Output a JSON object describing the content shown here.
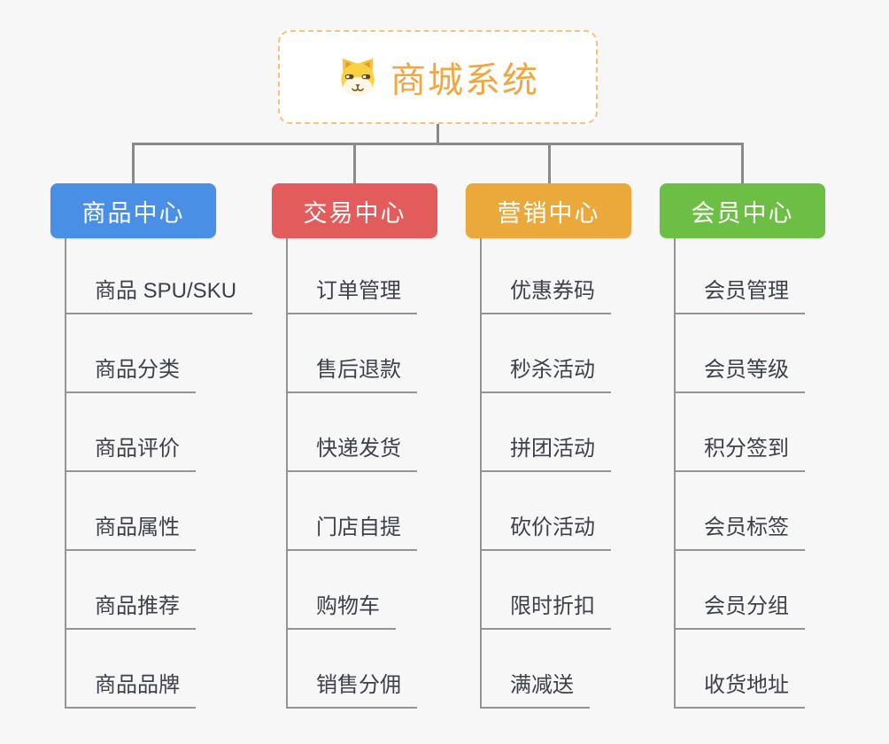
{
  "root": {
    "title": "商城系统",
    "icon": "dog-face",
    "text_color": "#f2a640",
    "border_color": "#f5c37e"
  },
  "branches": [
    {
      "label": "商品中心",
      "color": "#4a8fe6",
      "children": [
        "商品 SPU/SKU",
        "商品分类",
        "商品评价",
        "商品属性",
        "商品推荐",
        "商品品牌"
      ]
    },
    {
      "label": "交易中心",
      "color": "#e25c5c",
      "children": [
        "订单管理",
        "售后退款",
        "快递发货",
        "门店自提",
        "购物车",
        "销售分佣"
      ]
    },
    {
      "label": "营销中心",
      "color": "#eba93b",
      "children": [
        "优惠券码",
        "秒杀活动",
        "拼团活动",
        "砍价活动",
        "限时折扣",
        "满减送"
      ]
    },
    {
      "label": "会员中心",
      "color": "#6dbe45",
      "children": [
        "会员管理",
        "会员等级",
        "积分签到",
        "会员标签",
        "会员分组",
        "收货地址"
      ]
    }
  ],
  "colors": {
    "background": "#f7f7f7",
    "connector": "#8a8a8a",
    "leaf_text": "#3c414a",
    "leaf_line": "#949494"
  }
}
